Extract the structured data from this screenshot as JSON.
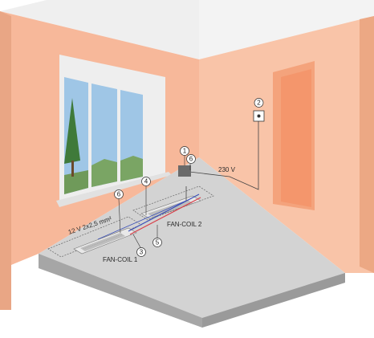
{
  "labels": {
    "voltage_230": "230 V",
    "low_voltage_cable": "12 V   2x2,5 mm²",
    "fan_coil_1": "FAN-COIL 1",
    "fan_coil_2": "FAN-COIL 2"
  },
  "callouts": [
    "1",
    "2",
    "3",
    "4",
    "5",
    "6",
    "6"
  ],
  "colors": {
    "wall_left": "#f7b89a",
    "wall_right": "#f9c4a8",
    "floor_top": "#d3d3d3",
    "floor_edge": "#a6a6a6",
    "cable_blue": "#3a4fb8",
    "cable_red": "#d8404a",
    "door": "#f4966c"
  }
}
